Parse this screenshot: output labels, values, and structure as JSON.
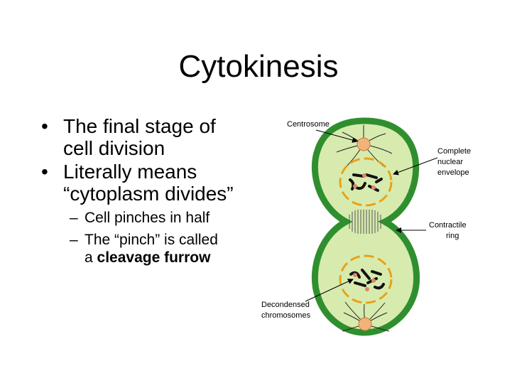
{
  "slide": {
    "title": "Cytokinesis",
    "bullets": [
      {
        "lines": [
          "The final stage of",
          "cell division"
        ]
      },
      {
        "lines": [
          "Literally means",
          "“cytoplasm divides”"
        ]
      }
    ],
    "sub_bullets": [
      {
        "lines": [
          "Cell pinches in half"
        ]
      },
      {
        "lines": [
          "The “pinch” is called"
        ],
        "prefix": "a ",
        "bold": "cleavage furrow"
      }
    ],
    "bullet_glyph": "•",
    "sub_glyph": "–"
  },
  "diagram": {
    "labels": {
      "centrosome": "Centrosome",
      "nuclear_envelope": [
        "Complete",
        "nuclear",
        "envelope"
      ],
      "contractile_ring": [
        "Contractile",
        "ring"
      ],
      "chromosomes": [
        "Decondensed",
        "chromosomes"
      ]
    },
    "colors": {
      "cell_wall": "#2f8f2f",
      "cytoplasm": "#d7ebae",
      "centrosome": "#f0b47a",
      "envelope": "#e8a21a",
      "chromosome": "#111111"
    }
  }
}
